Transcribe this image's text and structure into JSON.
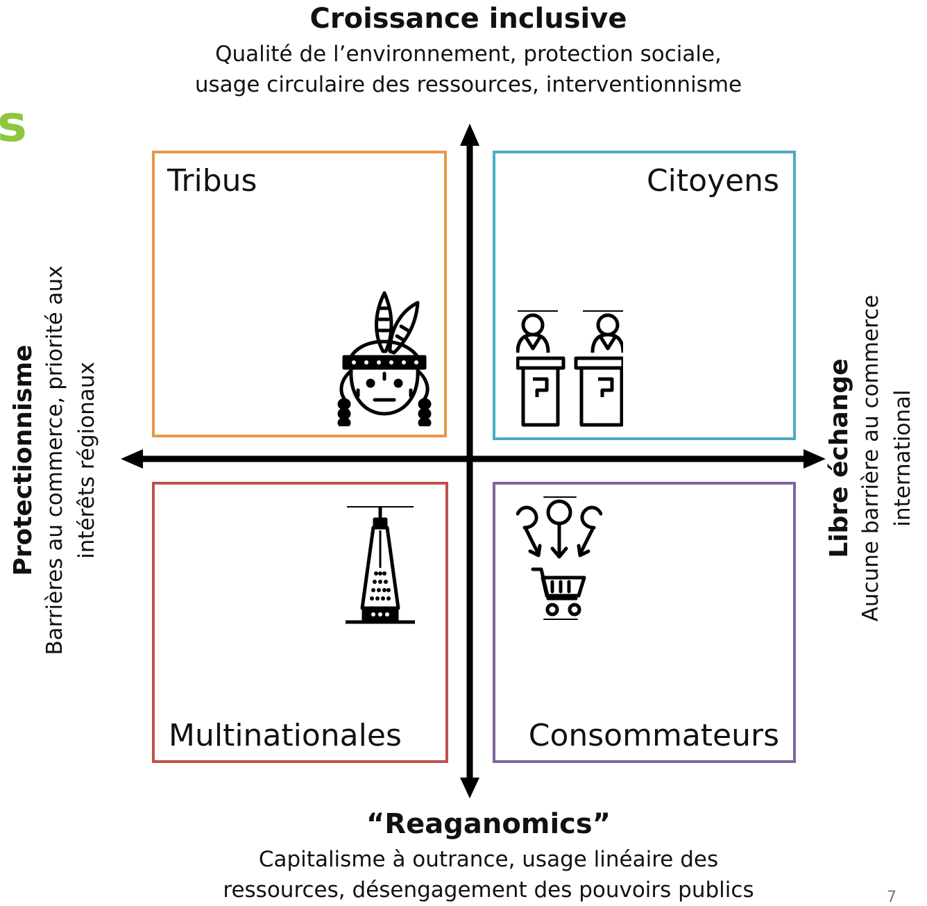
{
  "top": {
    "title": "Croissance inclusive",
    "line1": "Qualité de l’environnement, protection sociale,",
    "line2": "usage circulaire des ressources, interventionnisme"
  },
  "bottom": {
    "title": "“Reaganomics”",
    "line1": "Capitalisme à outrance, usage linéaire des",
    "line2": "ressources, désengagement des pouvoirs publics"
  },
  "left": {
    "title": "Protectionnisme",
    "line1": "Barrières au commerce, priorité aux",
    "line2": "intérêts régionaux"
  },
  "right": {
    "title": "Libre échange",
    "line1": "Aucune barrière au commerce",
    "line2": "international"
  },
  "quadrants": {
    "top_left": {
      "label": "Tribus",
      "color": "#e8974a",
      "icon": "native-headdress-icon"
    },
    "top_right": {
      "label": "Citoyens",
      "color": "#4bacc6",
      "icon": "podium-speakers-icon"
    },
    "bottom_left": {
      "label": "Multinationales",
      "color": "#c0504d",
      "icon": "skyscraper-icon"
    },
    "bottom_right": {
      "label": "Consommateurs",
      "color": "#8064a2",
      "icon": "shopping-cart-icon"
    }
  },
  "cropped_heading_letter": "s",
  "page_number": "7"
}
